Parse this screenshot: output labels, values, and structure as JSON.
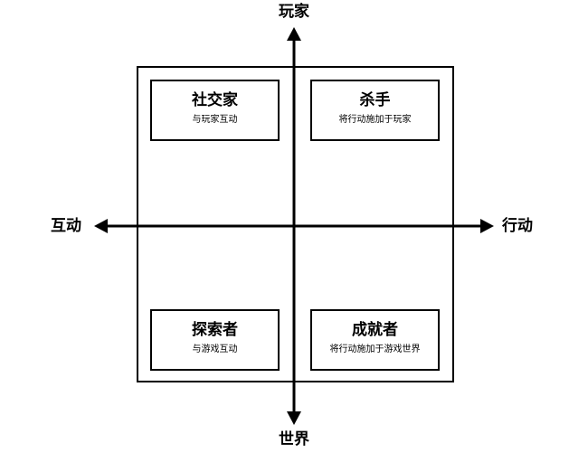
{
  "axes": {
    "top": "玩家",
    "bottom": "世界",
    "left": "互动",
    "right": "行动"
  },
  "quadrants": {
    "top_left": {
      "title": "社交家",
      "desc": "与玩家互动"
    },
    "top_right": {
      "title": "杀手",
      "desc": "将行动施加于玩家"
    },
    "bottom_left": {
      "title": "探索者",
      "desc": "与游戏互动"
    },
    "bottom_right": {
      "title": "成就者",
      "desc": "将行动施加于游戏世界"
    }
  }
}
